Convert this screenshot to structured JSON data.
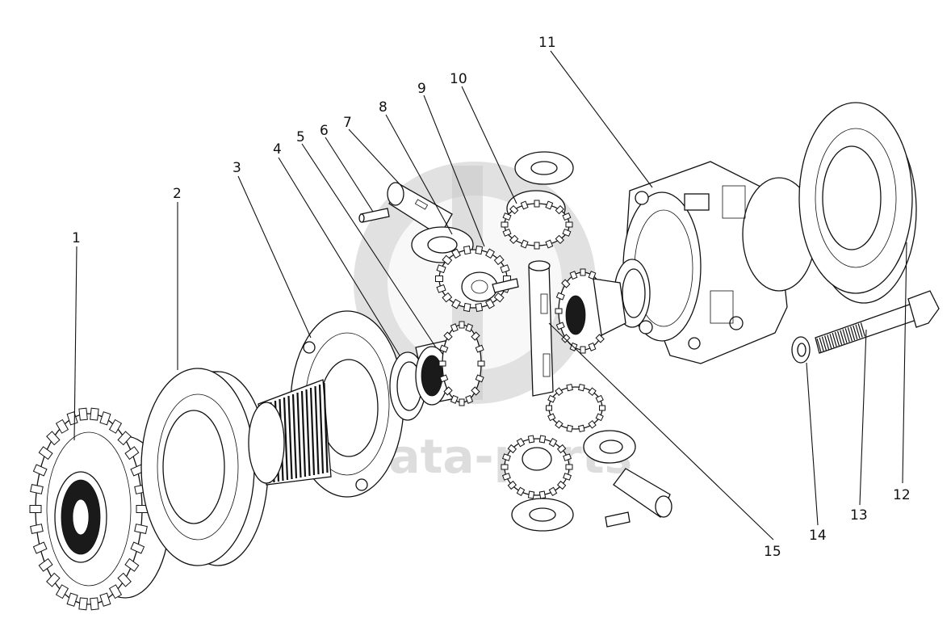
{
  "diagram": {
    "watermark": {
      "logo_letters": "GD",
      "text": "data-parts"
    },
    "callouts": [
      {
        "id": "1",
        "label": "1"
      },
      {
        "id": "2",
        "label": "2"
      },
      {
        "id": "3",
        "label": "3"
      },
      {
        "id": "4",
        "label": "4"
      },
      {
        "id": "5",
        "label": "5"
      },
      {
        "id": "6",
        "label": "6"
      },
      {
        "id": "7",
        "label": "7"
      },
      {
        "id": "8",
        "label": "8"
      },
      {
        "id": "9",
        "label": "9"
      },
      {
        "id": "10",
        "label": "10"
      },
      {
        "id": "11",
        "label": "11"
      },
      {
        "id": "12",
        "label": "12"
      },
      {
        "id": "13",
        "label": "13"
      },
      {
        "id": "14",
        "label": "14"
      },
      {
        "id": "15",
        "label": "15"
      }
    ]
  }
}
